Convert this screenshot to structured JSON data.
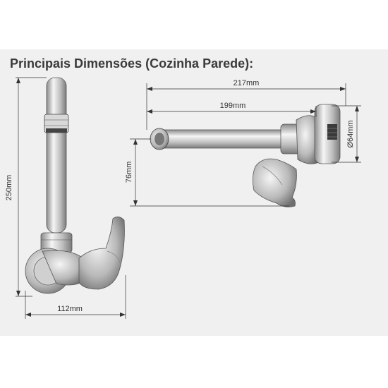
{
  "title": "Principais Dimensões (Cozinha Parede):",
  "dimensions": {
    "height_total": "250mm",
    "width_side": "112mm",
    "length_total": "217mm",
    "length_spout": "199mm",
    "height_spout": "76mm",
    "diameter_flange": "Ø64mm"
  },
  "colors": {
    "panel": "#f0f0f0",
    "line": "#333333",
    "metal": "#c8c8c8",
    "text": "#3a3a3a"
  }
}
